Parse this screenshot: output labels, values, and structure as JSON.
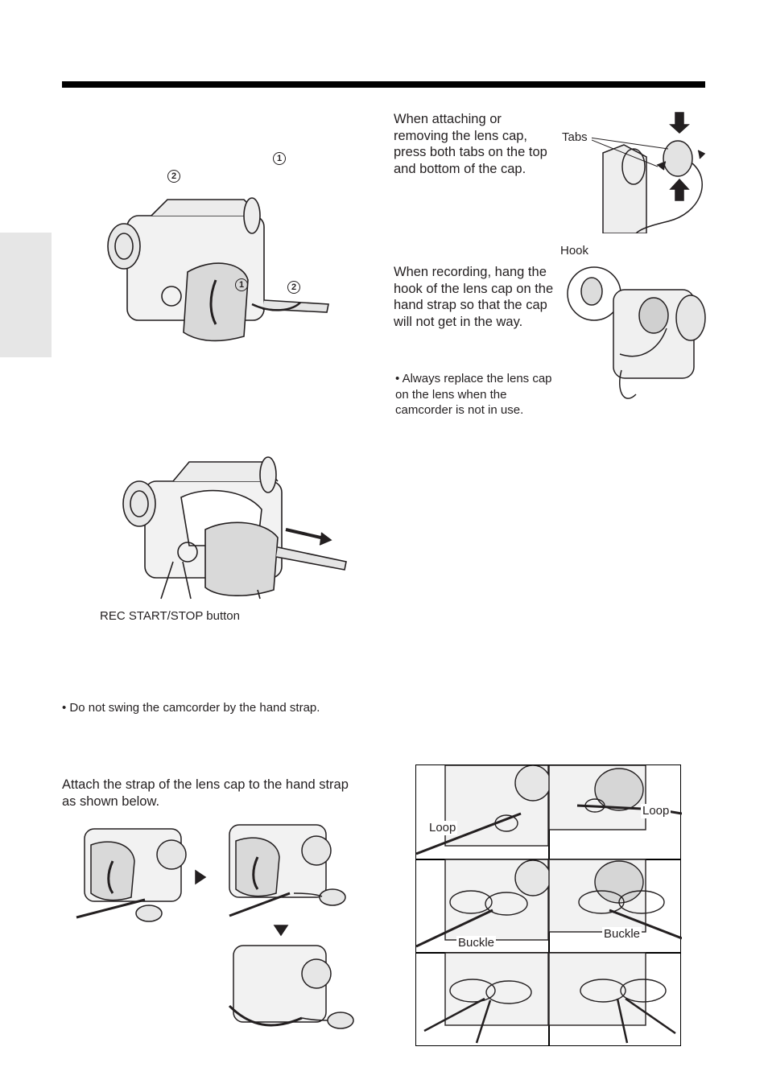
{
  "step_markers": {
    "one": "1",
    "two": "2"
  },
  "lens_cap": {
    "attach_text": "When attaching or removing the lens cap, press both tabs on the top and bottom of the cap.",
    "tabs_label": "Tabs",
    "hook_label": "Hook",
    "record_text": "When recording, hang the hook of the lens cap on the hand strap so that the cap will not get in the way.",
    "replace_note": "• Always replace the lens cap on the lens when the camcorder is not in use."
  },
  "hand_strap": {
    "rec_button_label": "REC START/STOP button",
    "swing_note": "• Do not swing the camcorder by the hand strap.",
    "attach_strap_text": "Attach the strap of the lens cap to the hand strap as shown below."
  },
  "grid_labels": {
    "loop_left": "Loop",
    "loop_right": "Loop",
    "buckle_left": "Buckle",
    "buckle_right": "Buckle"
  }
}
